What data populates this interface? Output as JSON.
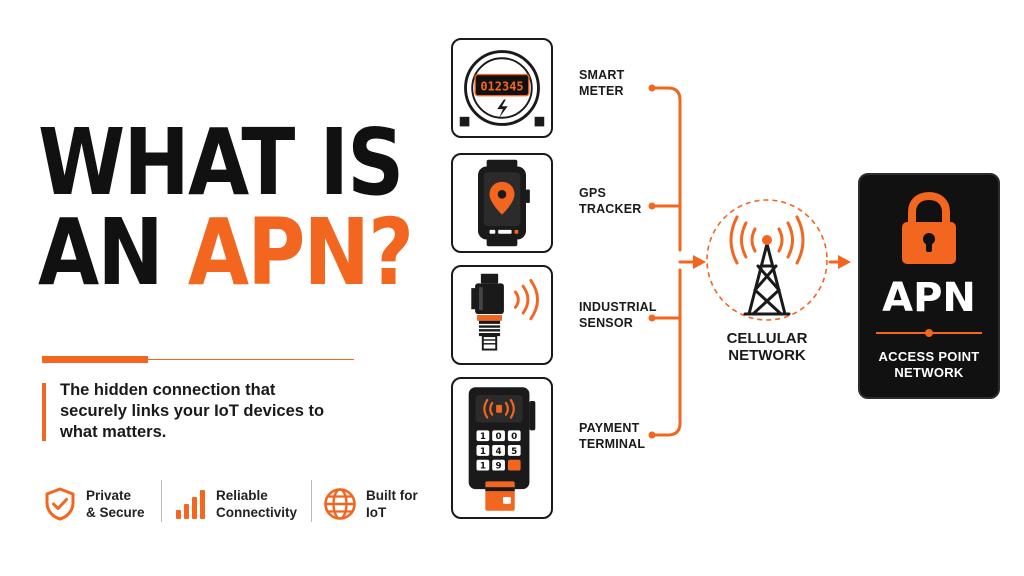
{
  "headline": {
    "line1": "WHAT IS",
    "line2_plain": "AN ",
    "line2_accent": "APN?"
  },
  "tagline": "The hidden connection that securely links your IoT devices to what matters.",
  "features": [
    {
      "icon": "shield-check-icon",
      "line1": "Private",
      "line2": "& Secure"
    },
    {
      "icon": "signal-bars-icon",
      "line1": "Reliable",
      "line2": "Connectivity"
    },
    {
      "icon": "globe-icon",
      "line1": "Built for",
      "line2": "IoT"
    }
  ],
  "devices": [
    {
      "icon": "smart-meter-icon",
      "line1": "SMART",
      "line2": "METER",
      "display": "012345"
    },
    {
      "icon": "gps-tracker-icon",
      "line1": "GPS",
      "line2": "TRACKER"
    },
    {
      "icon": "industrial-sensor-icon",
      "line1": "INDUSTRIAL",
      "line2": "SENSOR"
    },
    {
      "icon": "payment-terminal-icon",
      "line1": "PAYMENT",
      "line2": "TERMINAL",
      "keys": [
        "1",
        "0",
        "0",
        "1",
        "4",
        "5",
        "1",
        "9",
        ""
      ]
    }
  ],
  "network": {
    "icon": "cell-tower-icon",
    "line1": "CELLULAR",
    "line2": "NETWORK"
  },
  "apn": {
    "icon": "padlock-icon",
    "title": "APN",
    "line1": "ACCESS POINT",
    "line2": "NETWORK"
  },
  "colors": {
    "accent": "#f2661f",
    "dark": "#111111",
    "text": "#1a1a1a"
  }
}
